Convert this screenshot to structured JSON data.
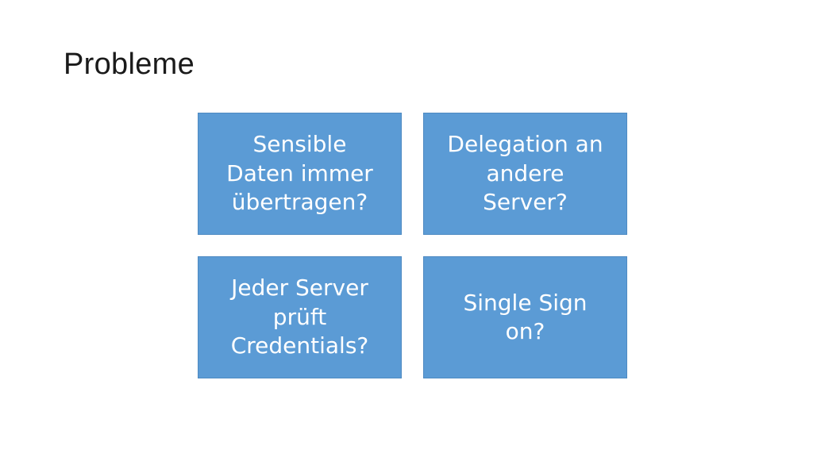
{
  "slide": {
    "title": "Probleme",
    "tiles": [
      {
        "label": "Sensible\nDaten immer\nübertragen?"
      },
      {
        "label": "Delegation an\nandere\nServer?"
      },
      {
        "label": "Jeder Server\nprüft\nCredentials?"
      },
      {
        "label": "Single Sign\non?"
      }
    ]
  },
  "colors": {
    "tile_fill": "#5b9bd5",
    "tile_text": "#ffffff",
    "title_text": "#1a1a1a"
  }
}
